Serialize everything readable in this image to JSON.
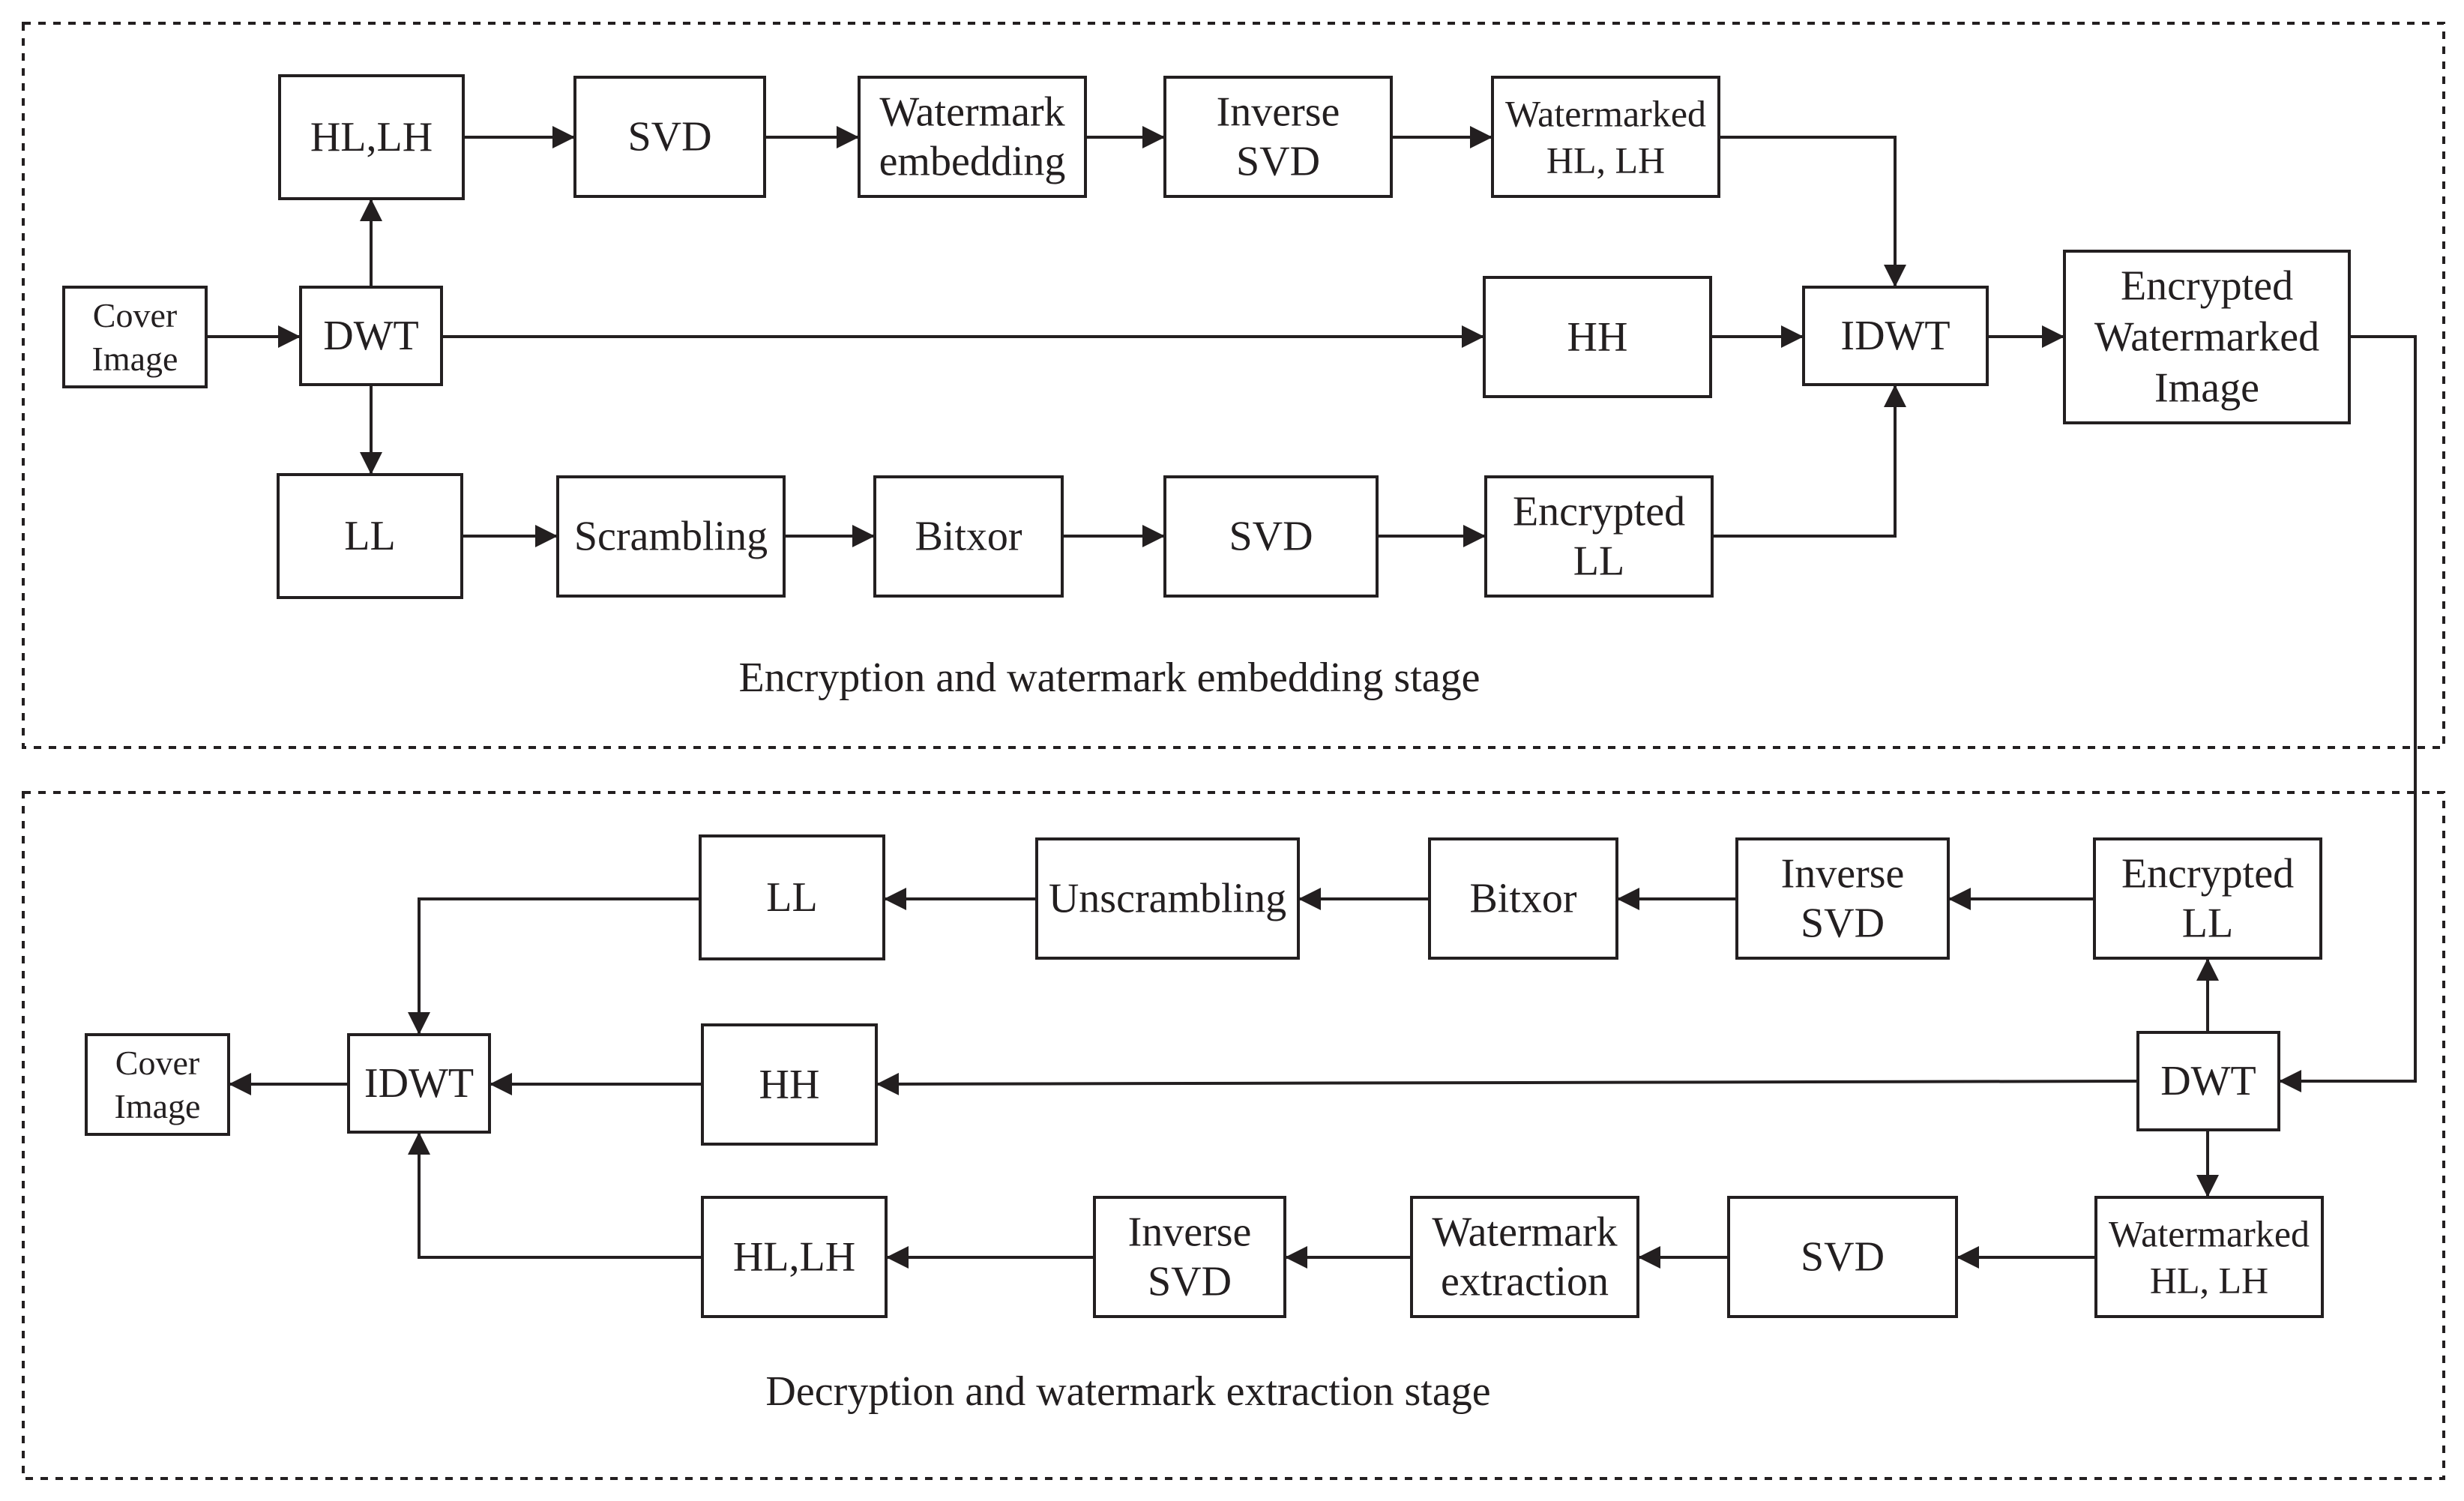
{
  "stages": {
    "embedding": "Encryption and watermark embedding stage",
    "extraction": "Decryption and watermark extraction stage"
  },
  "nodes": {
    "e_cover": [
      "Cover",
      "Image"
    ],
    "e_dwt": [
      "DWT"
    ],
    "e_hllh": [
      "HL,LH"
    ],
    "e_svd1": [
      "SVD"
    ],
    "e_wm_embed": [
      "Watermark",
      "embedding"
    ],
    "e_inv_svd": [
      "Inverse",
      "SVD"
    ],
    "e_wm_hllh": [
      "Watermarked",
      "HL, LH"
    ],
    "e_hh": [
      "HH"
    ],
    "e_idwt": [
      "IDWT"
    ],
    "e_output": [
      "Encrypted",
      "Watermarked",
      "Image"
    ],
    "e_ll": [
      "LL"
    ],
    "e_scramble": [
      "Scrambling"
    ],
    "e_bitxor": [
      "Bitxor"
    ],
    "e_svd2": [
      "SVD"
    ],
    "e_enc_ll": [
      "Encrypted",
      "LL"
    ],
    "d_enc_ll": [
      "Encrypted",
      "LL"
    ],
    "d_inv_svd1": [
      "Inverse",
      "SVD"
    ],
    "d_bitxor": [
      "Bitxor"
    ],
    "d_unscramble": [
      "Unscrambling"
    ],
    "d_ll": [
      "LL"
    ],
    "d_dwt": [
      "DWT"
    ],
    "d_hh": [
      "HH"
    ],
    "d_idwt": [
      "IDWT"
    ],
    "d_cover": [
      "Cover",
      "Image"
    ],
    "d_wm_hllh": [
      "Watermarked",
      "HL, LH"
    ],
    "d_svd": [
      "SVD"
    ],
    "d_wm_extract": [
      "Watermark",
      "extraction"
    ],
    "d_inv_svd2": [
      "Inverse",
      "SVD"
    ],
    "d_hllh": [
      "HL,LH"
    ]
  }
}
